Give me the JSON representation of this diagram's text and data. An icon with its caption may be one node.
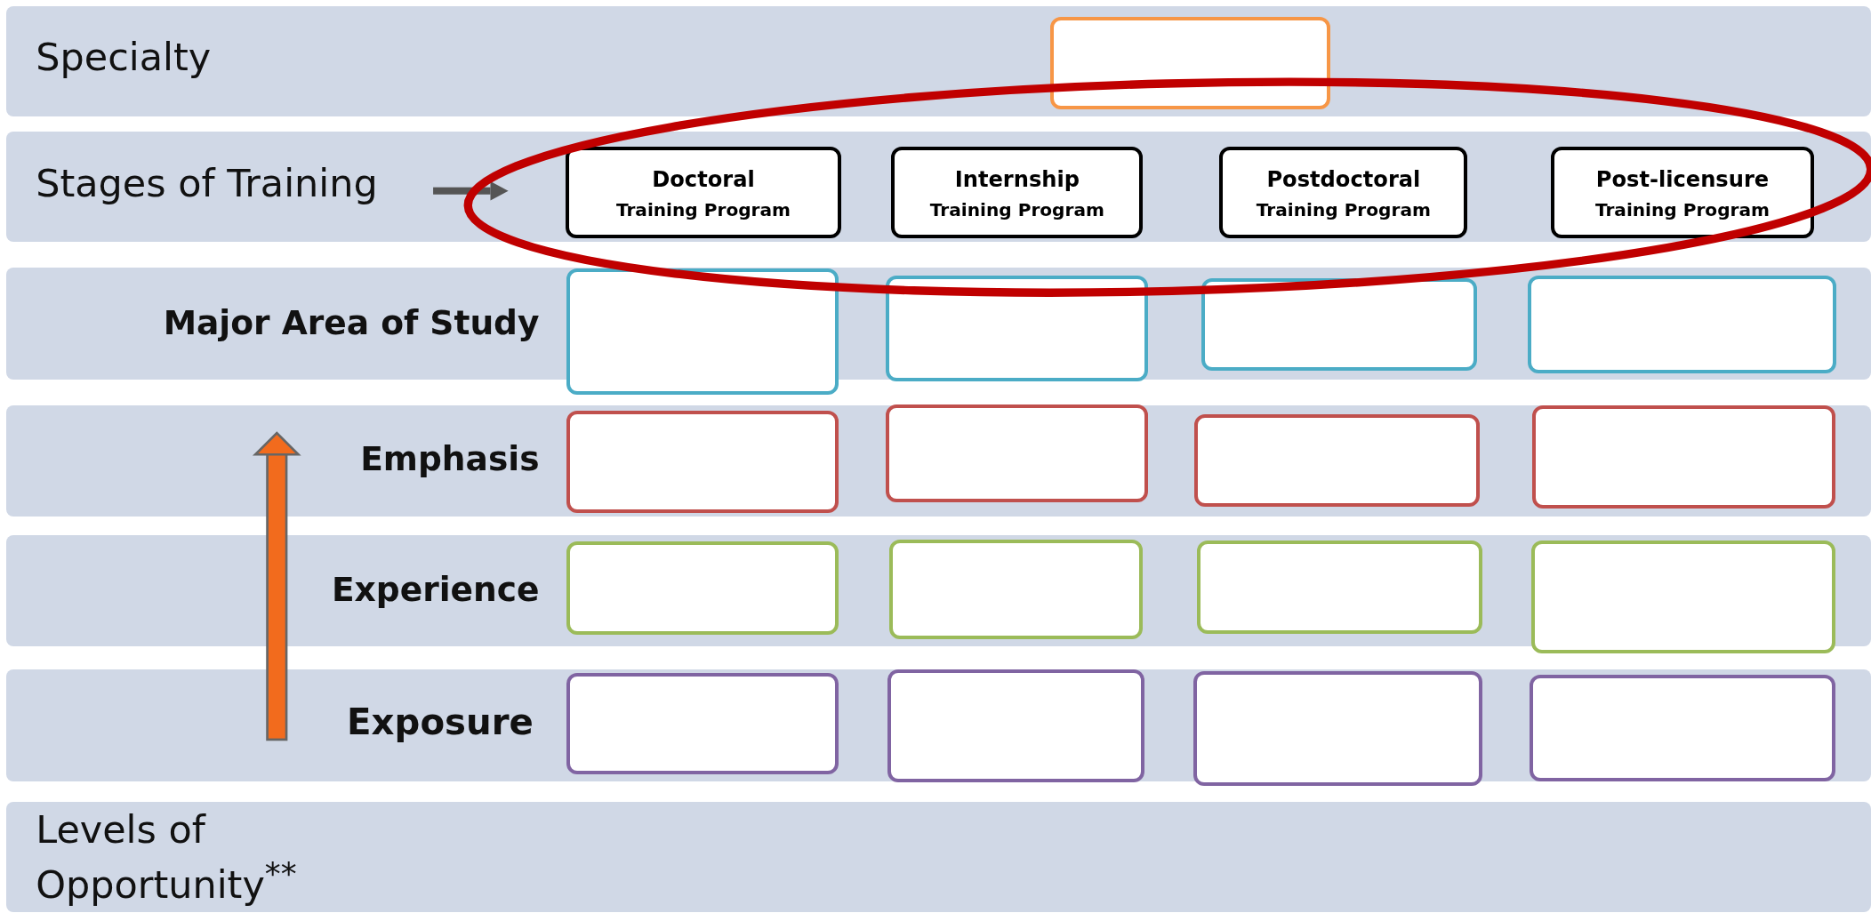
{
  "diagram": {
    "nodes": [
      {
        "text": [
          "Specialty"
        ]
      },
      {
        "text": [],
        "shape": "box",
        "in": 0
      },
      {
        "text": [
          "Stages of Training"
        ]
      },
      {
        "text": [
          "Doctoral",
          "Training Program"
        ],
        "in": 2
      },
      {
        "text": [
          "Internship",
          "Training Program"
        ],
        "in": 2
      },
      {
        "text": [
          "Postdoctoral",
          "Training Program"
        ],
        "in": 2
      },
      {
        "text": [
          "Post-licensure",
          "Training Program"
        ],
        "in": 2
      },
      {
        "text": [
          "Major Area of Study"
        ]
      },
      {
        "text": [],
        "shape": "box",
        "in": 7
      },
      {
        "text": [],
        "shape": "box",
        "in": 7
      },
      {
        "text": [],
        "shape": "box",
        "in": 7
      },
      {
        "text": [],
        "shape": "box",
        "in": 7
      },
      {
        "text": [
          "Emphasis"
        ]
      },
      {
        "text": [],
        "shape": "box",
        "in": 12
      },
      {
        "text": [],
        "shape": "box",
        "in": 12
      },
      {
        "text": [],
        "shape": "box",
        "in": 12
      },
      {
        "text": [],
        "shape": "box",
        "in": 12
      },
      {
        "text": [
          "Experience"
        ]
      },
      {
        "text": [],
        "shape": "box",
        "in": 17
      },
      {
        "text": [],
        "shape": "box",
        "in": 17
      },
      {
        "text": [],
        "shape": "box",
        "in": 17
      },
      {
        "text": [],
        "shape": "box",
        "in": 17
      },
      {
        "text": [
          "Exposure"
        ]
      },
      {
        "text": [],
        "shape": "box",
        "in": 22
      },
      {
        "text": [],
        "shape": "box",
        "in": 22
      },
      {
        "text": [],
        "shape": "box",
        "in": 22
      },
      {
        "text": [],
        "shape": "box",
        "in": 22
      },
      {
        "text": [
          "Levels of Opportunity$^{**}$"
        ]
      }
    ]
  }
}
